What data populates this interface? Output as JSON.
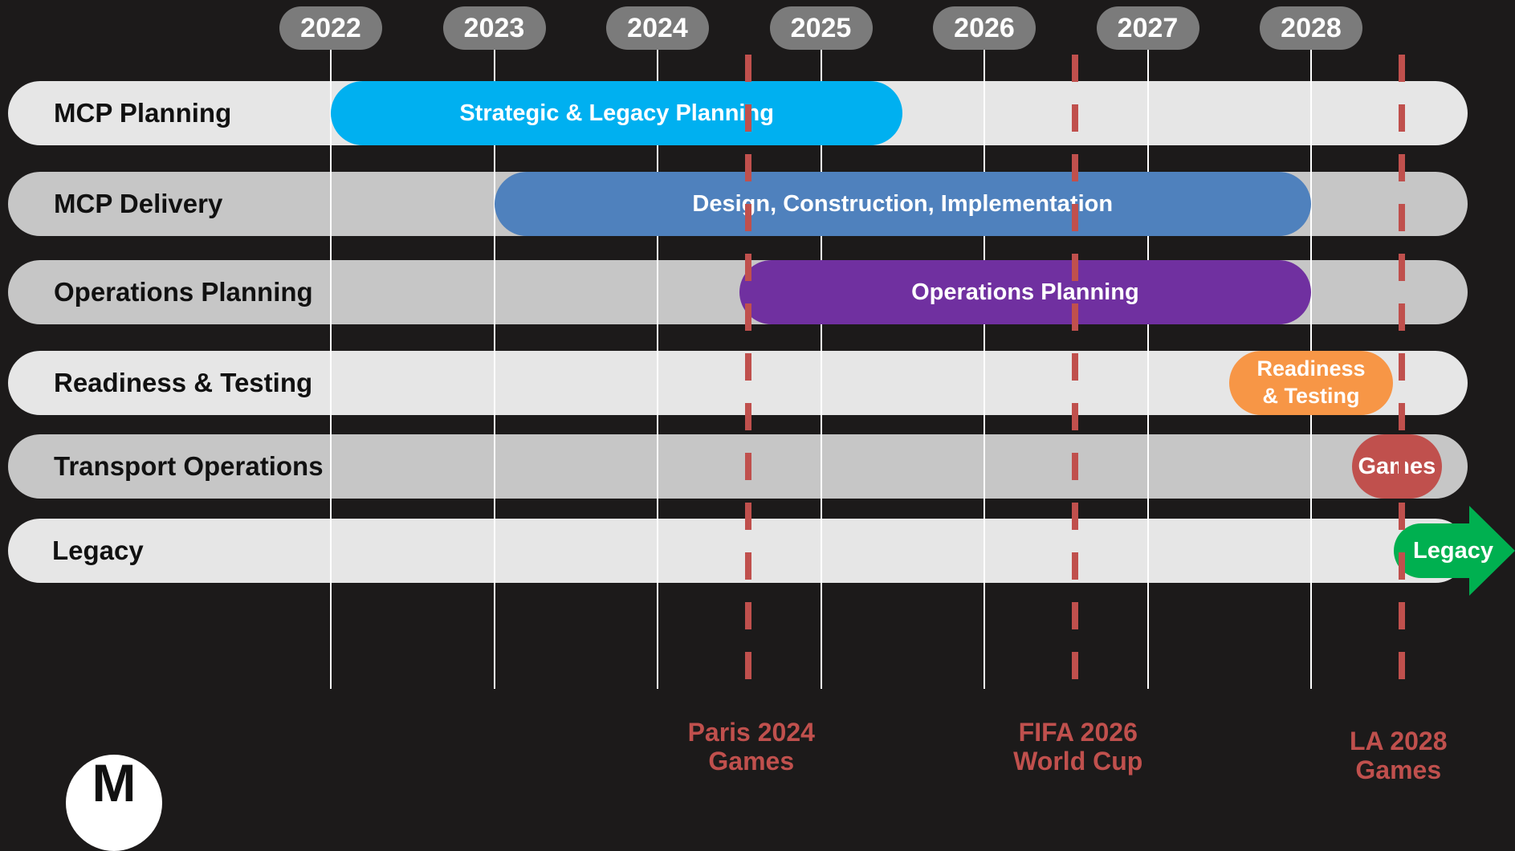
{
  "years": [
    "2022",
    "2023",
    "2024",
    "2025",
    "2026",
    "2027",
    "2028"
  ],
  "rows": [
    {
      "label": "MCP Planning",
      "tone": "light"
    },
    {
      "label": "MCP Delivery",
      "tone": "mid"
    },
    {
      "label": "Operations Planning",
      "tone": "mid"
    },
    {
      "label": "Readiness & Testing",
      "tone": "light"
    },
    {
      "label": "Transport Operations",
      "tone": "mid"
    },
    {
      "label": "Legacy",
      "tone": "light"
    }
  ],
  "bars": [
    {
      "row": 0,
      "label": "Strategic & Legacy Planning",
      "start": 2022.0,
      "end": 2025.5,
      "color": "#00b0f0"
    },
    {
      "row": 1,
      "label": "Design, Construction, Implementation",
      "start": 2023.0,
      "end": 2028.0,
      "color": "#4f81bd"
    },
    {
      "row": 2,
      "label": "Operations Planning",
      "start": 2024.5,
      "end": 2028.0,
      "color": "#7030a0"
    },
    {
      "row": 3,
      "label": "Readiness\n& Testing",
      "start": 2027.5,
      "end": 2028.5,
      "color": "#f79646"
    },
    {
      "row": 4,
      "label": "Games",
      "start": 2028.25,
      "end": 2028.8,
      "color": "#c0504d"
    }
  ],
  "legacy_arrow": {
    "label": "Legacy",
    "color": "#00b050"
  },
  "events": [
    {
      "label": "Paris 2024\nGames",
      "x": 2024.5
    },
    {
      "label": "FIFA 2026\nWorld Cup",
      "x": 2026.5
    },
    {
      "label": "LA 2028\nGames",
      "x": 2028.5
    }
  ],
  "colors": {
    "background": "#1c1a1a",
    "year_pill": "#7b7b7b",
    "row_light": "#e6e6e6",
    "row_mid": "#c6c6c6",
    "event": "#c0504d"
  },
  "logo": {
    "glyph": "M"
  }
}
